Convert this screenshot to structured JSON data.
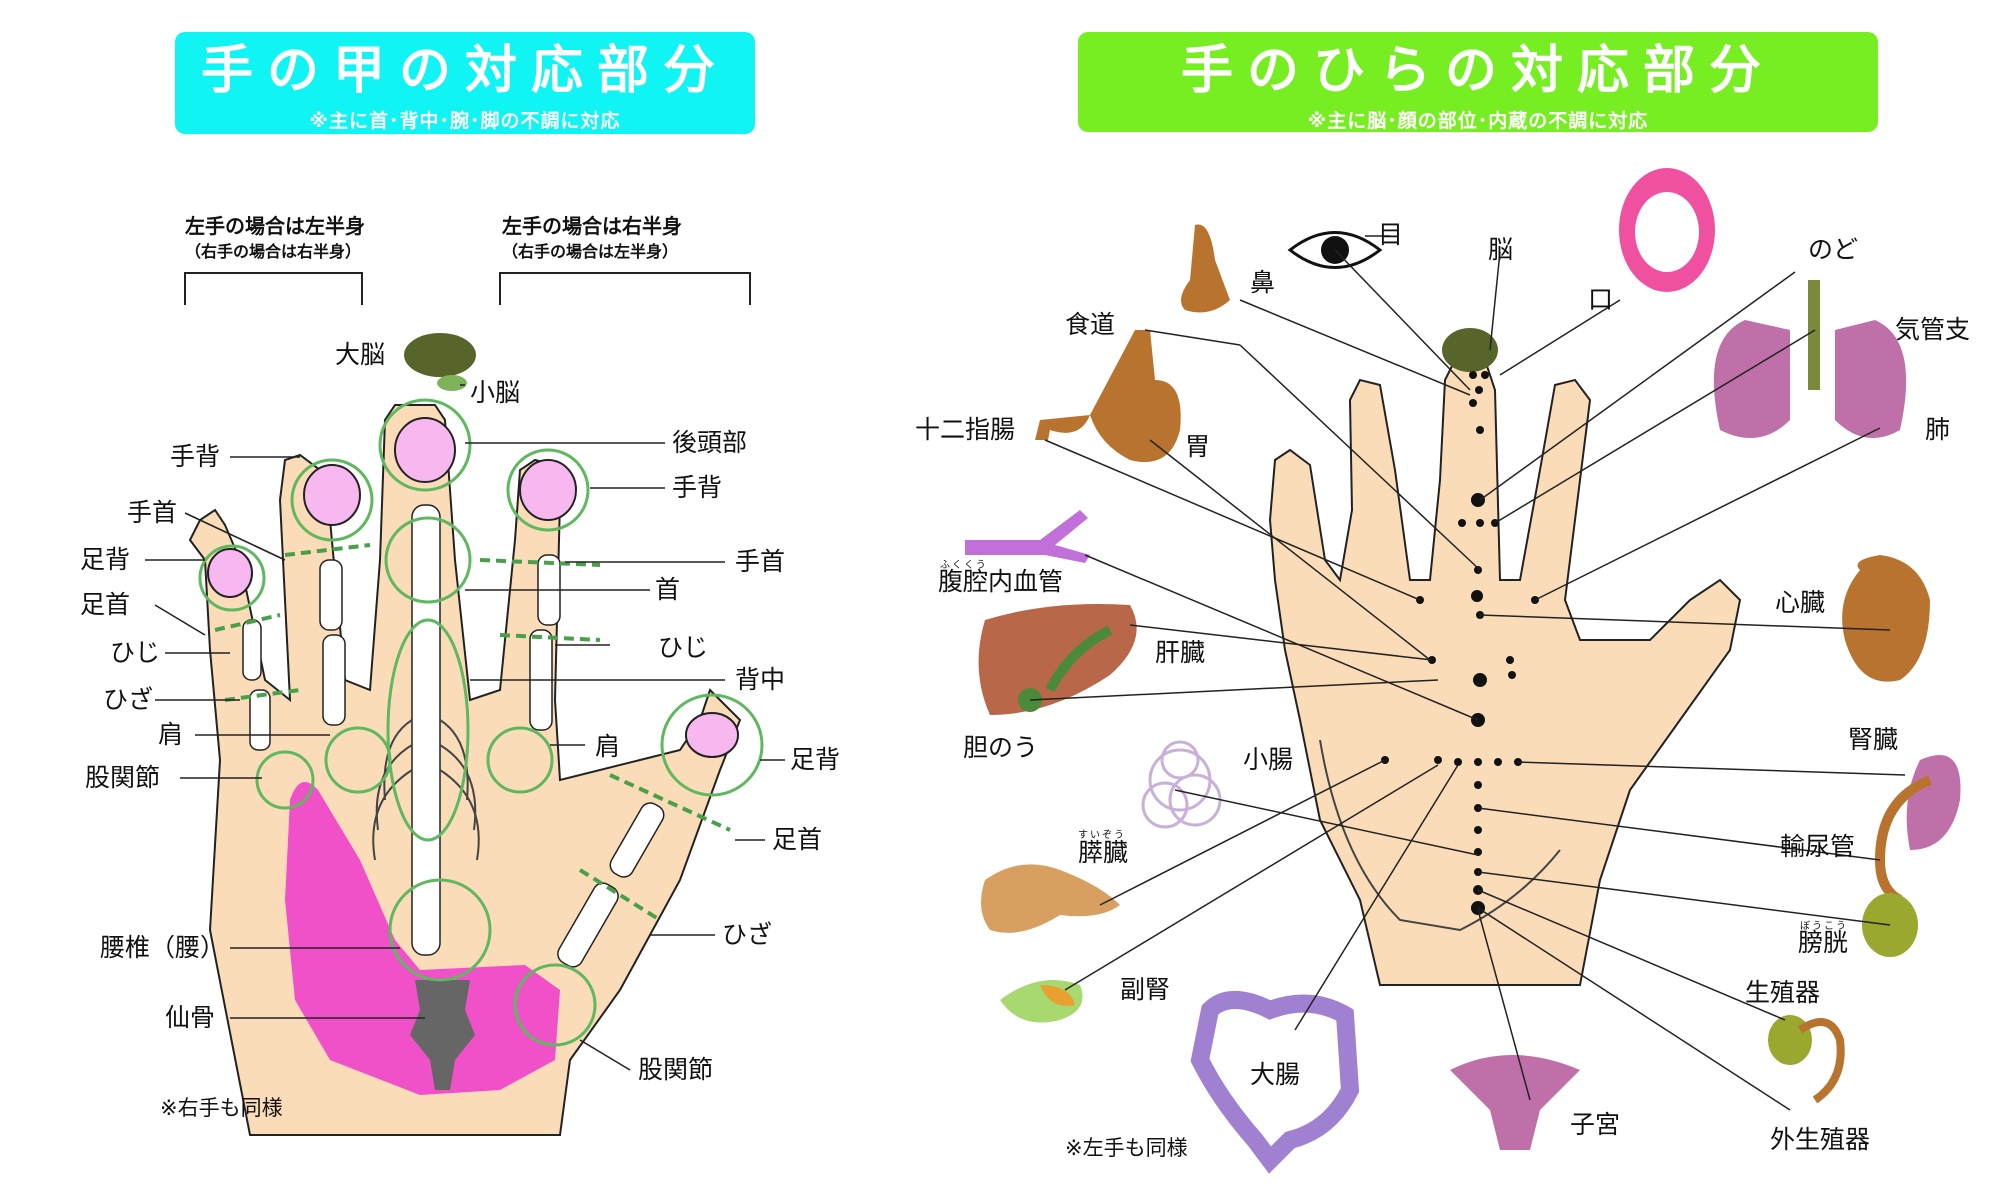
{
  "back": {
    "title": "手の甲の対応部分",
    "subtitle": "※主に首･背中･腕･脚の不調に対応",
    "left_header": "左手の場合は左半身",
    "left_sub": "（右手の場合は右半身）",
    "right_header": "左手の場合は右半身",
    "right_sub": "（右手の場合は左半身）",
    "labels": {
      "daino": "大脳",
      "shono": "小脳",
      "shuhai_l": "手背",
      "tekubi_l": "手首",
      "sokuhai_l": "足背",
      "ashikubi_l": "足首",
      "hiji_l": "ひじ",
      "hiza_l": "ひざ",
      "kata_l": "肩",
      "kokansetsu_l": "股関節",
      "kotobu": "後頭部",
      "shuhai_r": "手背",
      "tekubi_r": "手首",
      "kubi": "首",
      "hiji_r": "ひじ",
      "senaka": "背中",
      "kata_r": "肩",
      "sokuhai_r": "足背",
      "ashikubi_r": "足首",
      "hiza_r": "ひざ",
      "yotsui": "腰椎（腰）",
      "senkotsu": "仙骨",
      "kokansetsu_r": "股関節"
    },
    "note": "※右手も同様"
  },
  "palm": {
    "title": "手のひらの対応部分",
    "subtitle": "※主に脳･顔の部位･内蔵の不調に対応",
    "labels": {
      "me": "目",
      "hana": "鼻",
      "no": "脳",
      "kuchi": "口",
      "nodo": "のど",
      "kikanshi": "気管支",
      "shokudo": "食道",
      "juunishicho": "十二指腸",
      "i": "胃",
      "hai": "肺",
      "fukukuu": "腹腔内血管",
      "shinzo": "心臓",
      "kanzo": "肝臓",
      "tannou": "胆のう",
      "shocho": "小腸",
      "jinzo": "腎臓",
      "suizo": "膵臓",
      "nyokan": "輸尿管",
      "bokou": "膀胱",
      "fukujin": "副腎",
      "seishokki": "生殖器",
      "daicho": "大腸",
      "shikyu": "子宮",
      "gaiseishokki": "外生殖器"
    },
    "ruby": {
      "fukukuu": "ふくくう",
      "suizo": "すいぞう",
      "bokou": "ぼうこう"
    },
    "note": "※左手も同様"
  },
  "colors": {
    "back_banner": "#10f4f4",
    "palm_banner": "#77ee22",
    "skin": "#fbdcb8",
    "nail": "#f7b8f0",
    "pelvis": "#f050c8",
    "zone": "#5fb85f",
    "brain": "#57652b"
  }
}
